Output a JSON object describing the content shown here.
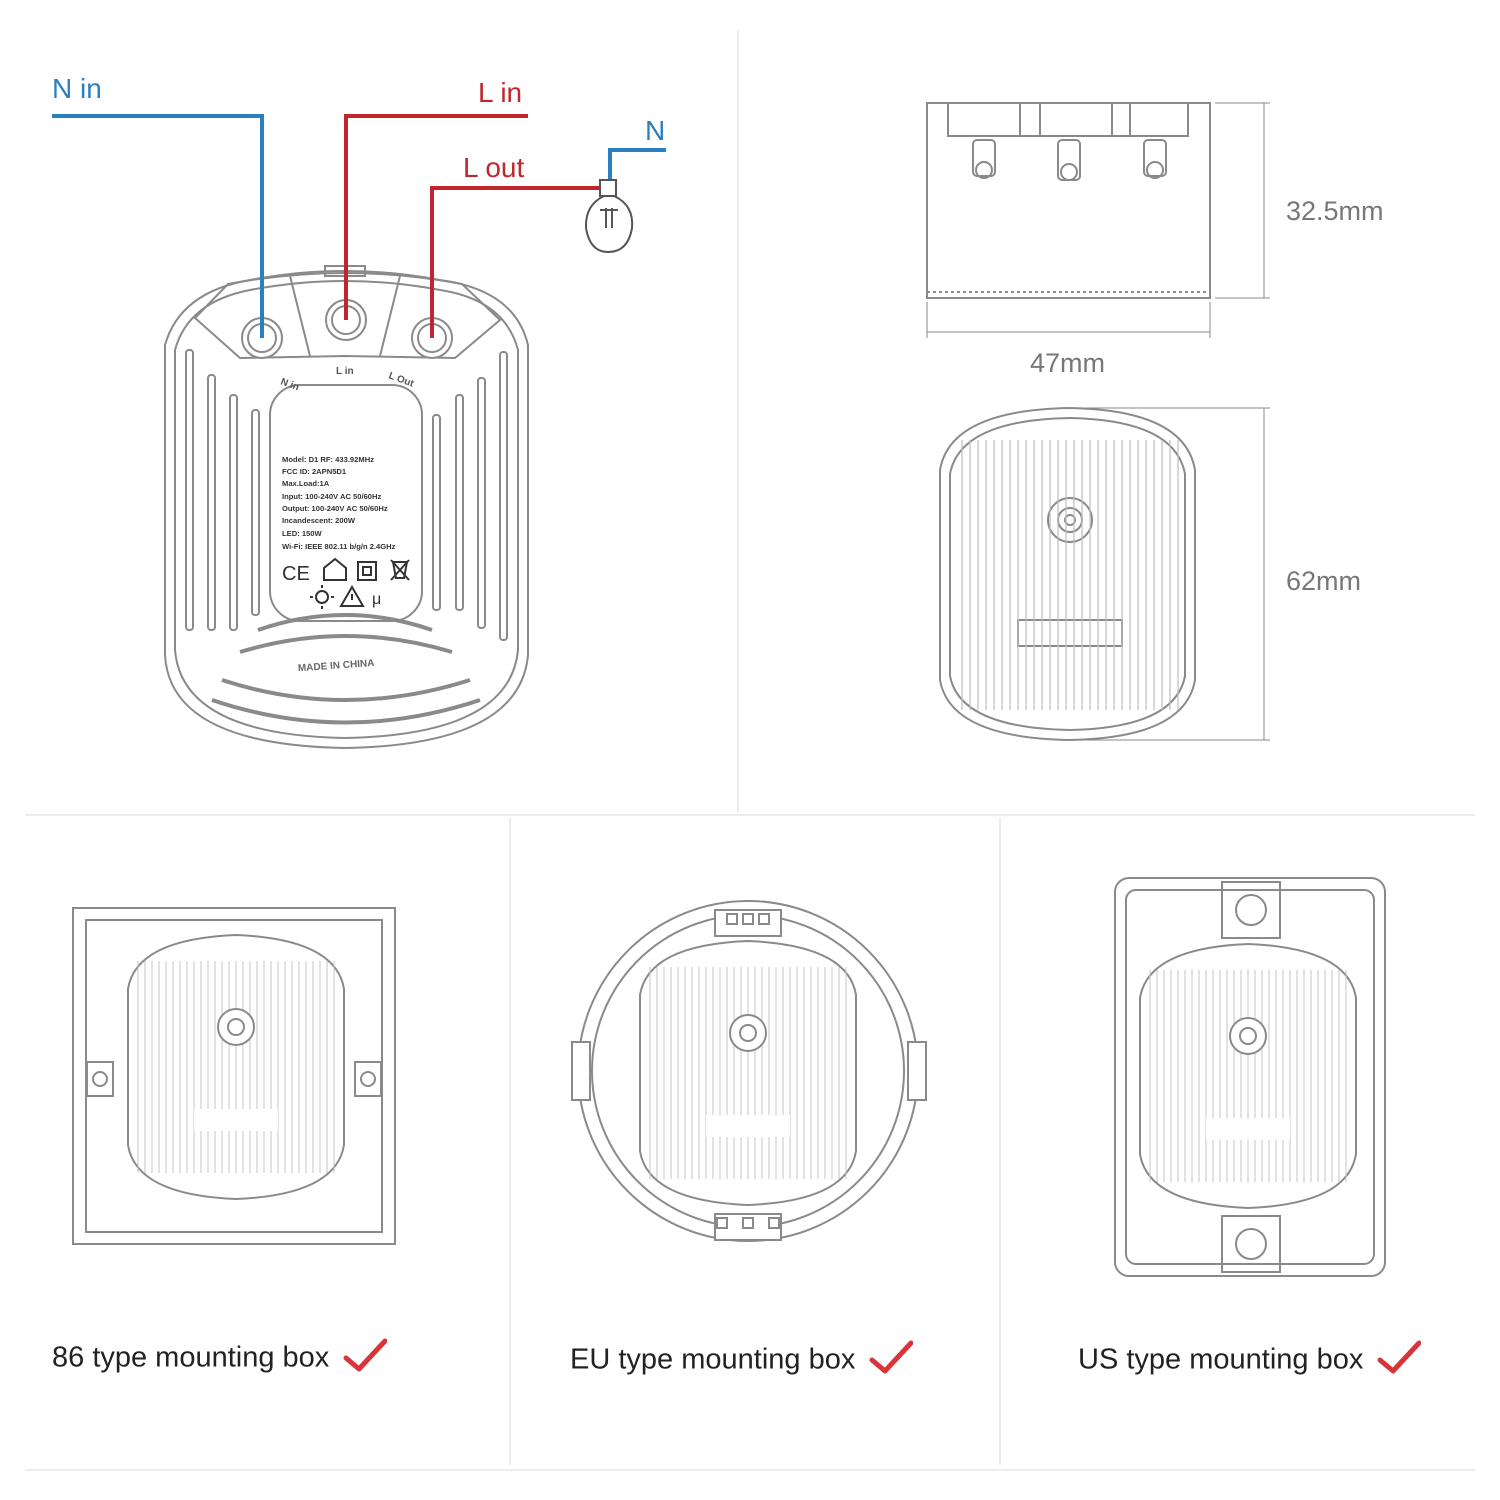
{
  "wiring": {
    "n_in": "N in",
    "l_in": "L in",
    "l_out": "L out",
    "n": "N",
    "terminal_labels": [
      "N in",
      "L in",
      "L Out"
    ],
    "label_lines": [
      "Model: D1      RF: 433.92MHz",
      "FCC ID: 2APN5D1",
      "Max.Load:1A",
      "Input: 100-240V AC 50/60Hz",
      "Output: 100-240V AC 50/60Hz",
      "Incandescent: 200W",
      "LED: 150W",
      "Wi-Fi: IEEE 802.11 b/g/n 2.4GHz"
    ],
    "made_in": "MADE IN CHINA",
    "cert_icons": [
      "ce-mark-icon",
      "house-icon",
      "double-square-icon",
      "bin-icon",
      "sun-icon",
      "warning-icon",
      "mu-icon"
    ]
  },
  "dimensions": {
    "height": "32.5mm",
    "width": "47mm",
    "length": "62mm"
  },
  "mounting": [
    {
      "label": "86 type mounting box",
      "icon": "check-icon"
    },
    {
      "label": "EU type mounting box",
      "icon": "check-icon"
    },
    {
      "label": "US type mounting box",
      "icon": "check-icon"
    }
  ],
  "colors": {
    "neutral_wire": "#2a7fc0",
    "live_wire": "#c0262d",
    "check": "#d9343a",
    "outline": "#8a8a8a"
  }
}
